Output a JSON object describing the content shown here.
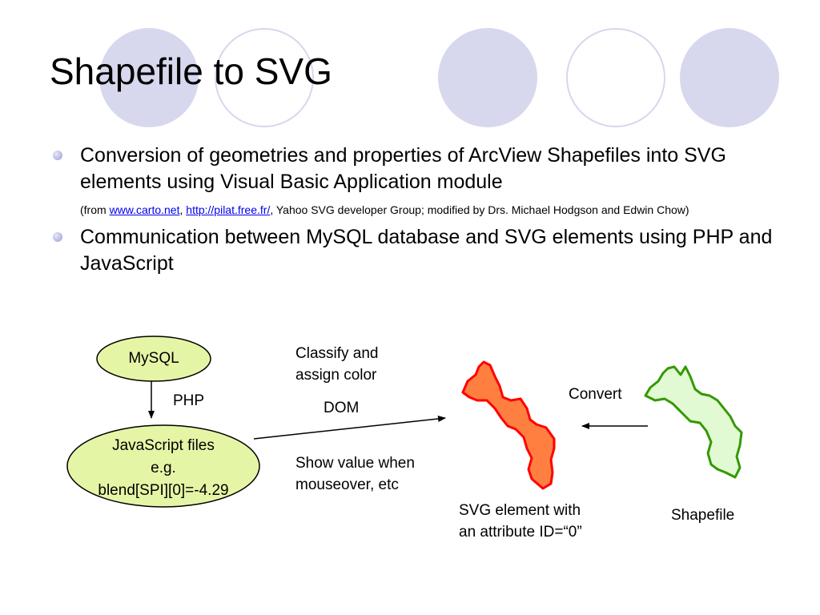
{
  "slide": {
    "title": "Shapefile to SVG",
    "accent_color": "#d7d7ee"
  },
  "bullets": {
    "first": "Conversion of geometries and properties of ArcView Shapefiles into SVG elements using Visual Basic Application module",
    "note": {
      "prefix": "(from ",
      "link1": "www.carto.net",
      "sep": ", ",
      "link2": "http://pilat.free.fr/",
      "suffix": ", Yahoo SVG developer Group; modified by Drs. Michael Hodgson and Edwin Chow)"
    },
    "second": "Communication between MySQL database and SVG elements using PHP and JavaScript"
  },
  "diagram": {
    "mysql_label": "MySQL",
    "php_label": "PHP",
    "js_line1": "JavaScript files",
    "js_line2": "e.g.",
    "js_line3": "blend[SPI][0]=-4.29",
    "classify_line1": "Classify and",
    "classify_line2": "assign color",
    "dom_label": "DOM",
    "show_line1": "Show value when",
    "show_line2": "mouseover, etc",
    "convert_label": "Convert",
    "svg_element_line1": "SVG element with",
    "svg_element_line2": "an attribute ID=“0”",
    "shapefile_label": "Shapefile",
    "colors": {
      "ellipse_fill": "#e5f5a6",
      "svg_shape_fill": "#ff7f41",
      "svg_shape_stroke": "#ff0000",
      "shapefile_fill": "#e2fad3",
      "shapefile_stroke": "#339900"
    }
  }
}
